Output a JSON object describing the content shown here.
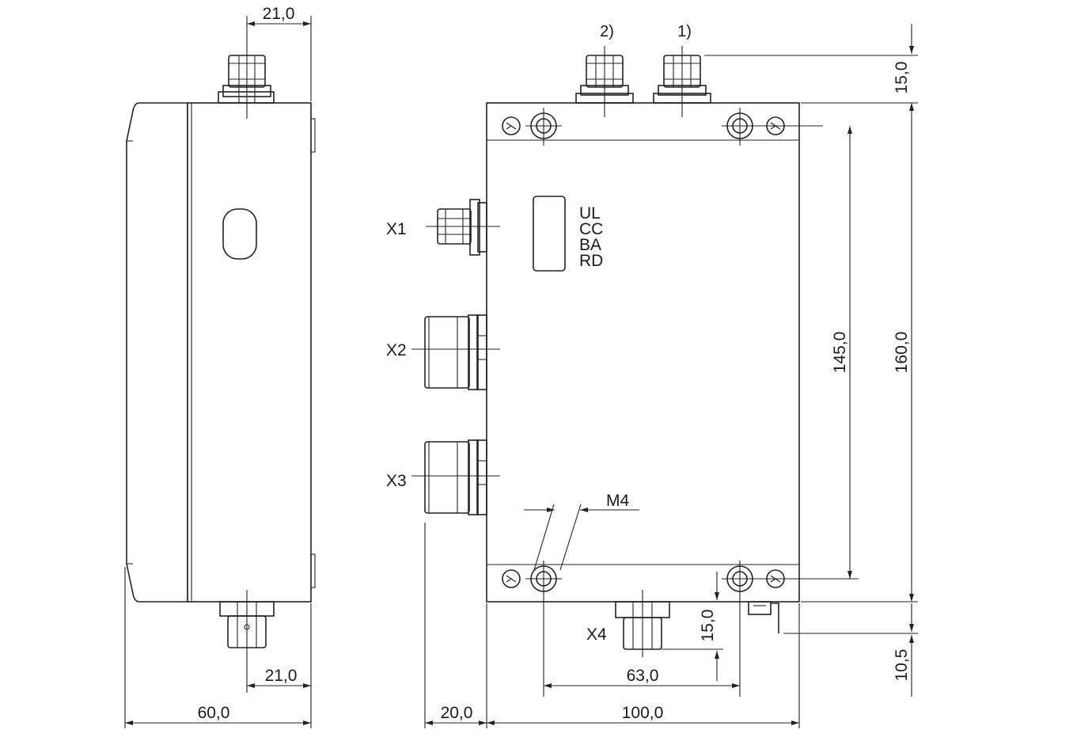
{
  "dimensions": {
    "left_top_width": "21,0",
    "left_bottom_width": "21,0",
    "left_total_depth": "60,0",
    "front_offset": "20,0",
    "front_width": "100,0",
    "hole_spacing_x": "63,0",
    "top_connector_height": "15,0",
    "bottom_connector_height": "15,0",
    "hole_spacing_y": "145,0",
    "total_height": "160,0",
    "ground_offset": "10,5"
  },
  "labels": {
    "note_2": "2)",
    "note_1": "1)",
    "thread": "M4",
    "x1": "X1",
    "x2": "X2",
    "x3": "X3",
    "x4": "X4"
  },
  "leds": [
    "UL",
    "CC",
    "BA",
    "RD"
  ]
}
